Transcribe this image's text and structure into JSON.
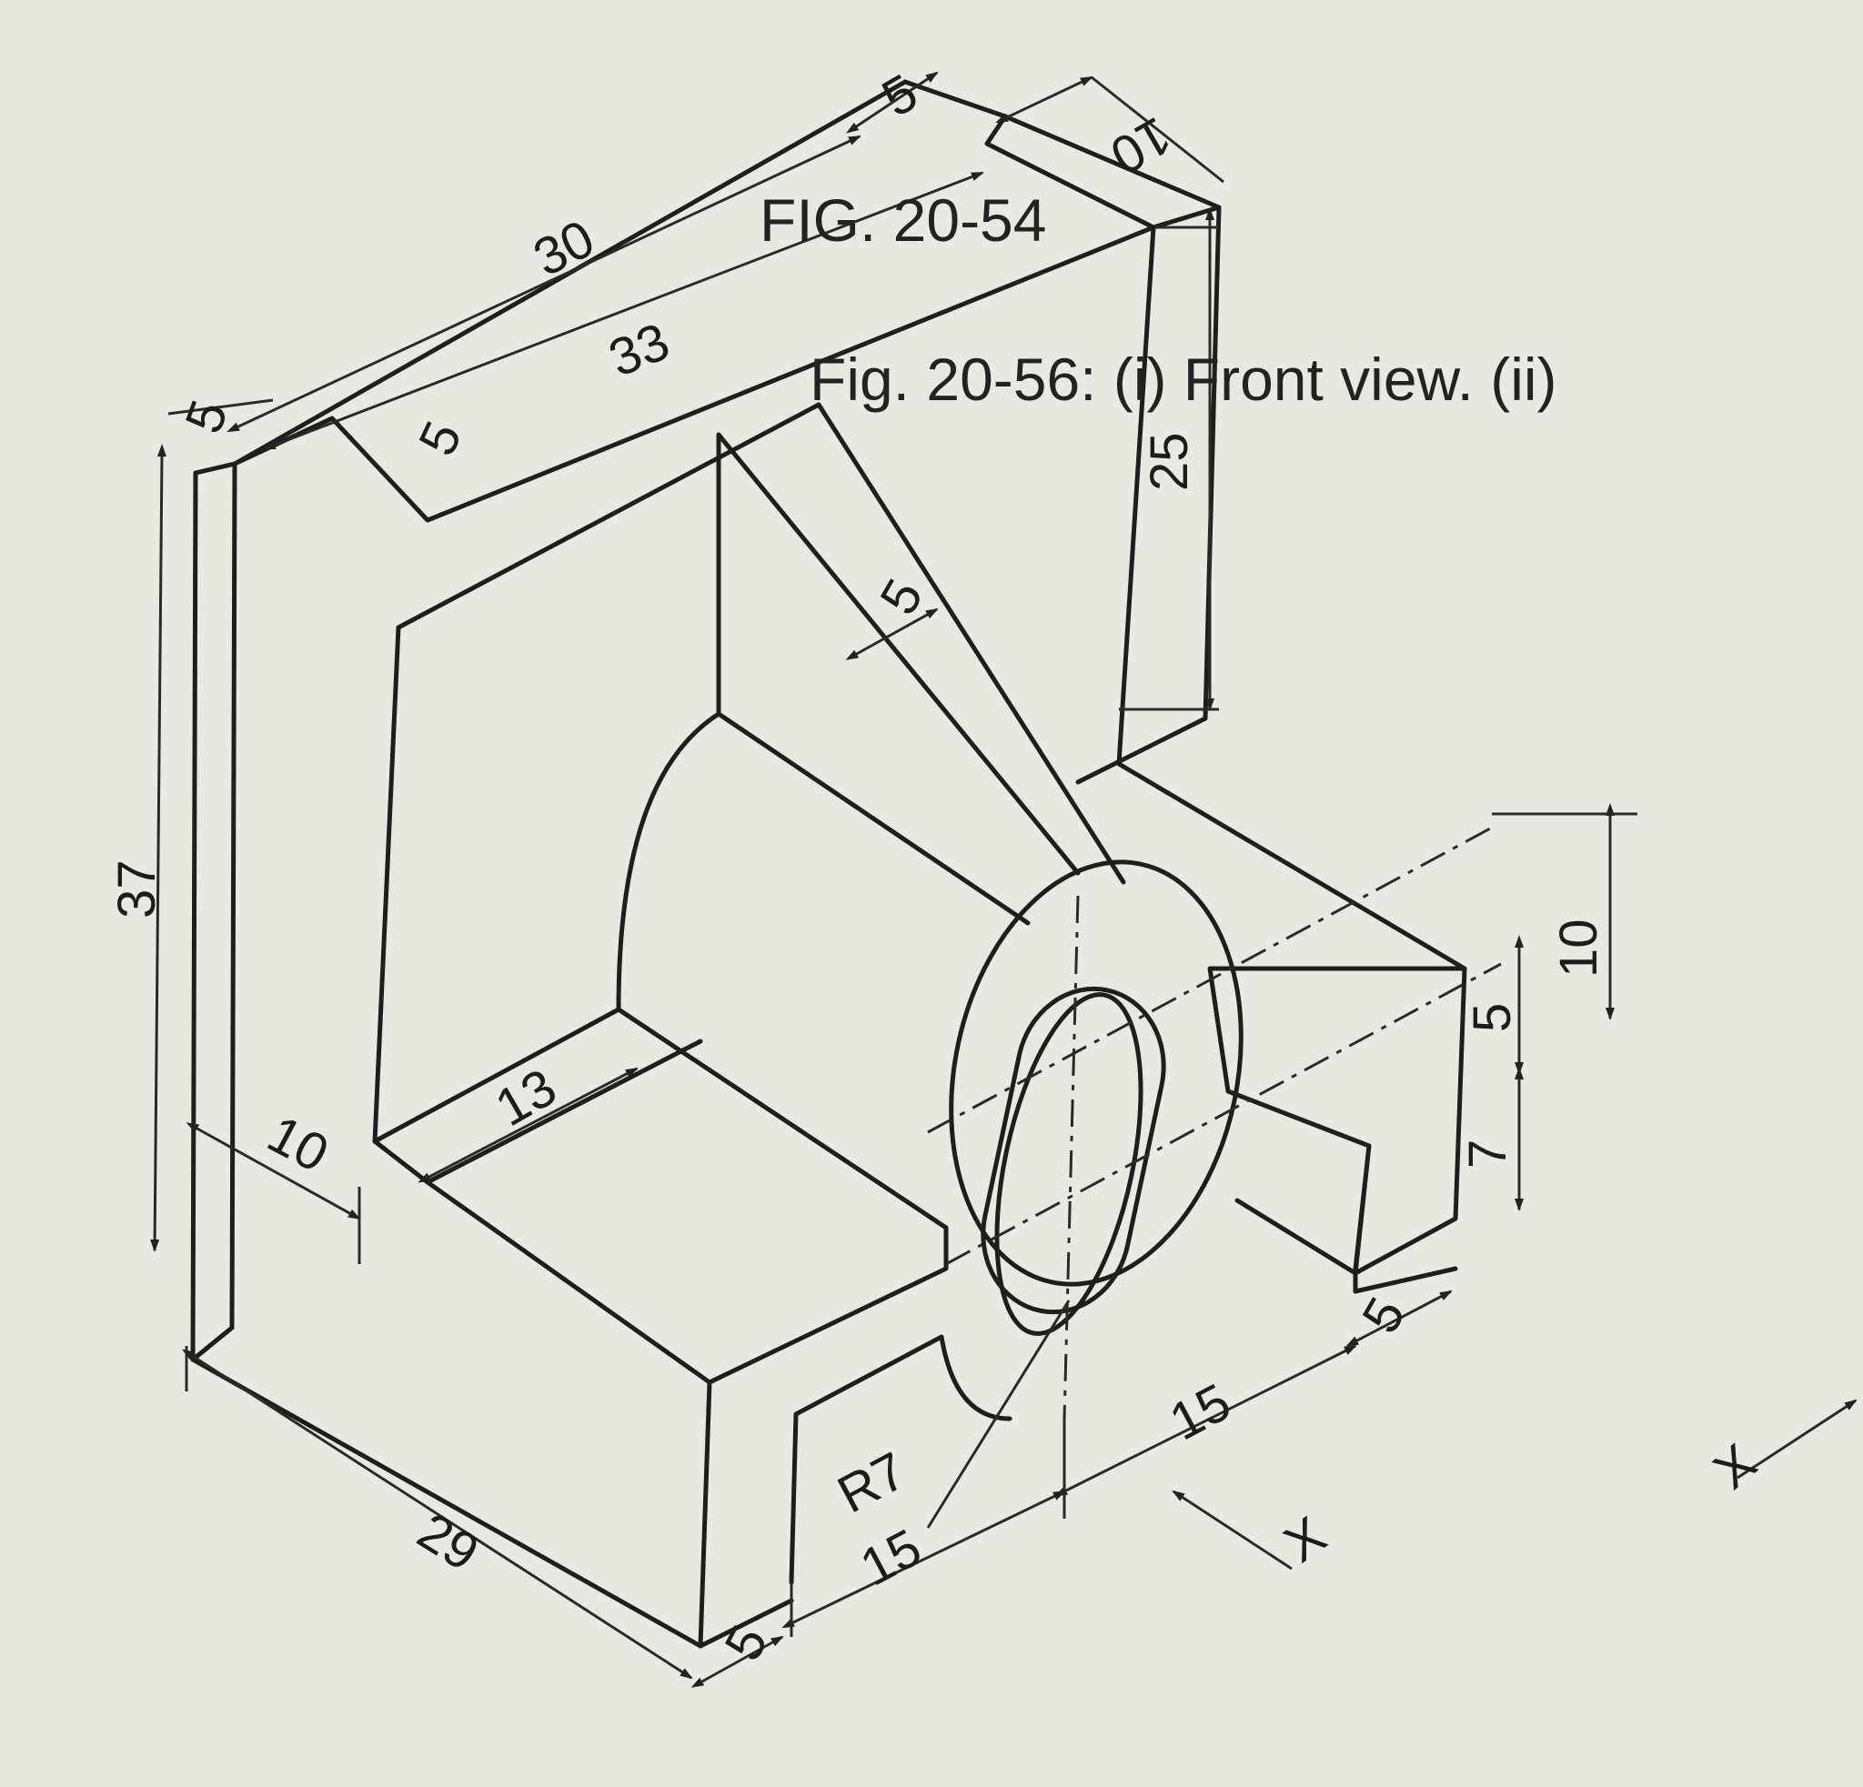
{
  "captions": {
    "fig_a": "FIG. 20-54",
    "fig_b": "Fig. 20-56: (i) Front view. (ii)"
  },
  "dimensions": {
    "d5_top": "5",
    "d10_top": "10",
    "d30": "30",
    "d33": "33",
    "d5_left": "5",
    "d5_slot": "5",
    "d25": "25",
    "d5_rib": "5",
    "d37": "37",
    "d13": "13",
    "d10_base": "10",
    "d29": "29",
    "d10_right": "10",
    "d5_right": "5",
    "d7_right": "7",
    "d5_bottom_right": "5",
    "d15_right": "15",
    "r7": "R7",
    "d15_left": "15",
    "d5_bottom": "5"
  },
  "arrows": {
    "view_x": "X",
    "view_x_edge": "X"
  },
  "colors": {
    "paper": "#e9e9e4",
    "ink": "#1e1e1e"
  }
}
